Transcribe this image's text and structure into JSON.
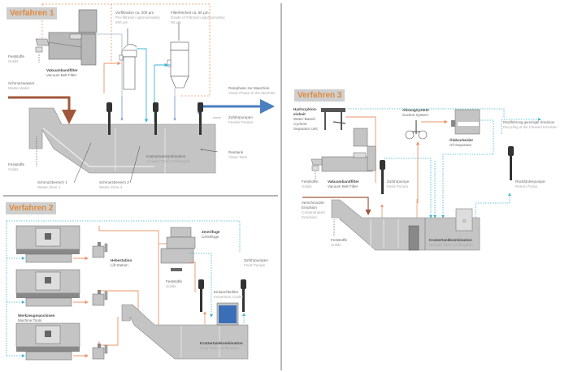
{
  "colors": {
    "orange": "#e8956a",
    "brown": "#a0583a",
    "cyan": "#3cb4d0",
    "blue": "#4a7fc0",
    "machine_gray": "#b8b8b8",
    "dark_gray": "#4a4a4a",
    "title_bg": "#cfcfcf",
    "title_text": "#e08a3c",
    "divider": "#888888"
  },
  "sections": {
    "v1": {
      "title": "Verfahren 1",
      "labels": {
        "solids_top": {
          "de": "Feststoffe",
          "en": "Solids"
        },
        "vacuum_filter": {
          "de": "Vakuumbandfilter",
          "en": "Vacuum Belt Filter"
        },
        "prefilter": {
          "de": "Vorfiltration ca. 200 µm",
          "en": "Pre-filtration approximately",
          "en2": "200 µm"
        },
        "filter_fineness": {
          "de": "Filterfeinheit ca. 50 µm",
          "en": "Grade of Filtration approximately",
          "en2": "50 µm"
        },
        "waste_water": {
          "de": "Schmutzwasser",
          "en": "Waste Water"
        },
        "clean_phase": {
          "de": "Reinphase zur Maschine",
          "en": "Clean Phase to the Machine"
        },
        "feeder_pumps": {
          "de": "Zuführpumpen",
          "en": "Feeder Pumps"
        },
        "scraper_tank": {
          "de": "Kratzertankkombination",
          "en": "Scraper Tank Combination"
        },
        "clean_tank": {
          "de": "Reintank",
          "en": "Clean Tank"
        },
        "solids_bottom": {
          "de": "Feststoffe",
          "en": "Solids"
        },
        "waste_zone_1": {
          "de": "Schmutzbereich 1",
          "en": "Waste Zone 1"
        },
        "waste_zone_2": {
          "de": "Schmutzbereich 2",
          "en": "Waste Zone 2"
        }
      }
    },
    "v2": {
      "title": "Verfahren 2",
      "labels": {
        "lift_station": {
          "de": "Hebestation",
          "en": "Lift Station"
        },
        "machine_tools": {
          "de": "Werkzeugmaschinen",
          "en": "Machine Tools"
        },
        "centrifuge": {
          "de": "Zentrifuge",
          "en": "Centrifuge"
        },
        "solids": {
          "de": "Feststoffe",
          "en": "Solids"
        },
        "feed_pumps": {
          "de": "Zuführpumpen",
          "en": "Feed Pumps"
        },
        "immersion_cooler": {
          "de": "Eintauchkühler",
          "en": "Immersion Cooler"
        },
        "drag_tank": {
          "de": "Kratzertankkombination",
          "en": "Drag Tank Combination"
        }
      }
    },
    "v3": {
      "title": "Verfahren 3",
      "labels": {
        "hydrocyclone": {
          "de": "Hydrozyklon-einheit",
          "de1": "Hydrozyklon-",
          "de2": "einheit",
          "en1": "Water-Based",
          "en2": "Cyclone",
          "en3": "Separator Unit"
        },
        "suction": {
          "de": "Absaugsystem",
          "en": "Suction System"
        },
        "oil_separator": {
          "de": "Ölabscheider",
          "en": "Oil Separator"
        },
        "recycling": {
          "de": "Rückführung gereinigte Emulsion",
          "en": "Recycling of the Cleaned Emulsion"
        },
        "solids_top": {
          "de": "Feststoffe",
          "en": "Solids"
        },
        "vacuum_filter": {
          "de": "Vakuumbandfilter",
          "en": "Vacuum Belt Filter"
        },
        "feed_pumps": {
          "de": "Zuführpumpe",
          "en": "Feed Pumps"
        },
        "return_pump": {
          "de": "Rückförderpumpe",
          "en": "Return Pump"
        },
        "contaminated": {
          "de1": "Verschmutzte",
          "de2": "Emulsion",
          "en1": "Contaminated",
          "en2": "Emulsion"
        },
        "solids_bottom": {
          "de": "Feststoffe",
          "en": "Solids"
        },
        "scraper_tank": {
          "de": "Kratzertankkombination",
          "en": "Scraper Tank Combination"
        }
      }
    }
  }
}
